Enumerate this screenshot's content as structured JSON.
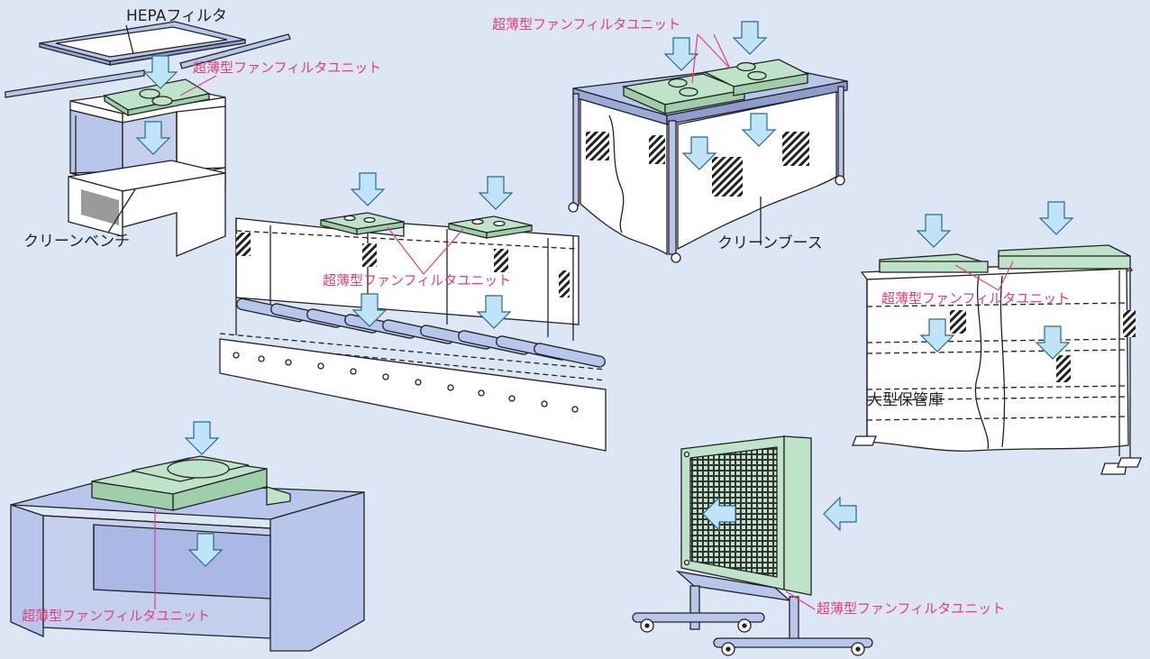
{
  "labels": {
    "hepa_filter": "HEPAフィルタ",
    "ffu": "超薄型ファンフィルタユニット",
    "clean_bench": "クリーンベンチ",
    "clean_booth": "クリーンブース",
    "large_storage": "大型保管庫"
  },
  "colors": {
    "background": "#dde6f5",
    "ffu_green": "#bfe3c8",
    "panel_blue": "#b8c6ec",
    "arrow_blue": "#bfe4f7",
    "label_pink": "#e0407a",
    "line": "#222222"
  },
  "icons": {
    "airflow": "down-arrow-icon",
    "airflow_side": "left-arrow-icon"
  }
}
